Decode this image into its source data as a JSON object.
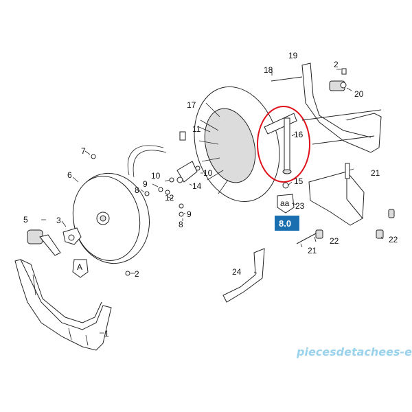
{
  "diagram": {
    "labels": {
      "p1": "1",
      "p2a": "2",
      "p2b": "2",
      "p3": "3",
      "p5": "5",
      "p6": "6",
      "p7": "7",
      "p8a": "8",
      "p8b": "8",
      "p9a": "9",
      "p9b": "9",
      "p10a": "10",
      "p10b": "10",
      "p11": "11",
      "p12": "12",
      "p14": "14",
      "p15": "15",
      "p16": "16",
      "p17": "17",
      "p18": "18",
      "p19": "19",
      "p20": "20",
      "p21a": "21",
      "p21b": "21",
      "p22a": "22",
      "p22b": "22",
      "p23": "23",
      "p24": "24"
    },
    "badge": "8.0",
    "callout_a": "A",
    "callout_aa": "aa",
    "watermark": "piecesdetachees-elec.com",
    "colors": {
      "badge": "#1a6fb0",
      "highlight": "#e0101a",
      "watermark": "#9bd2ec"
    }
  }
}
